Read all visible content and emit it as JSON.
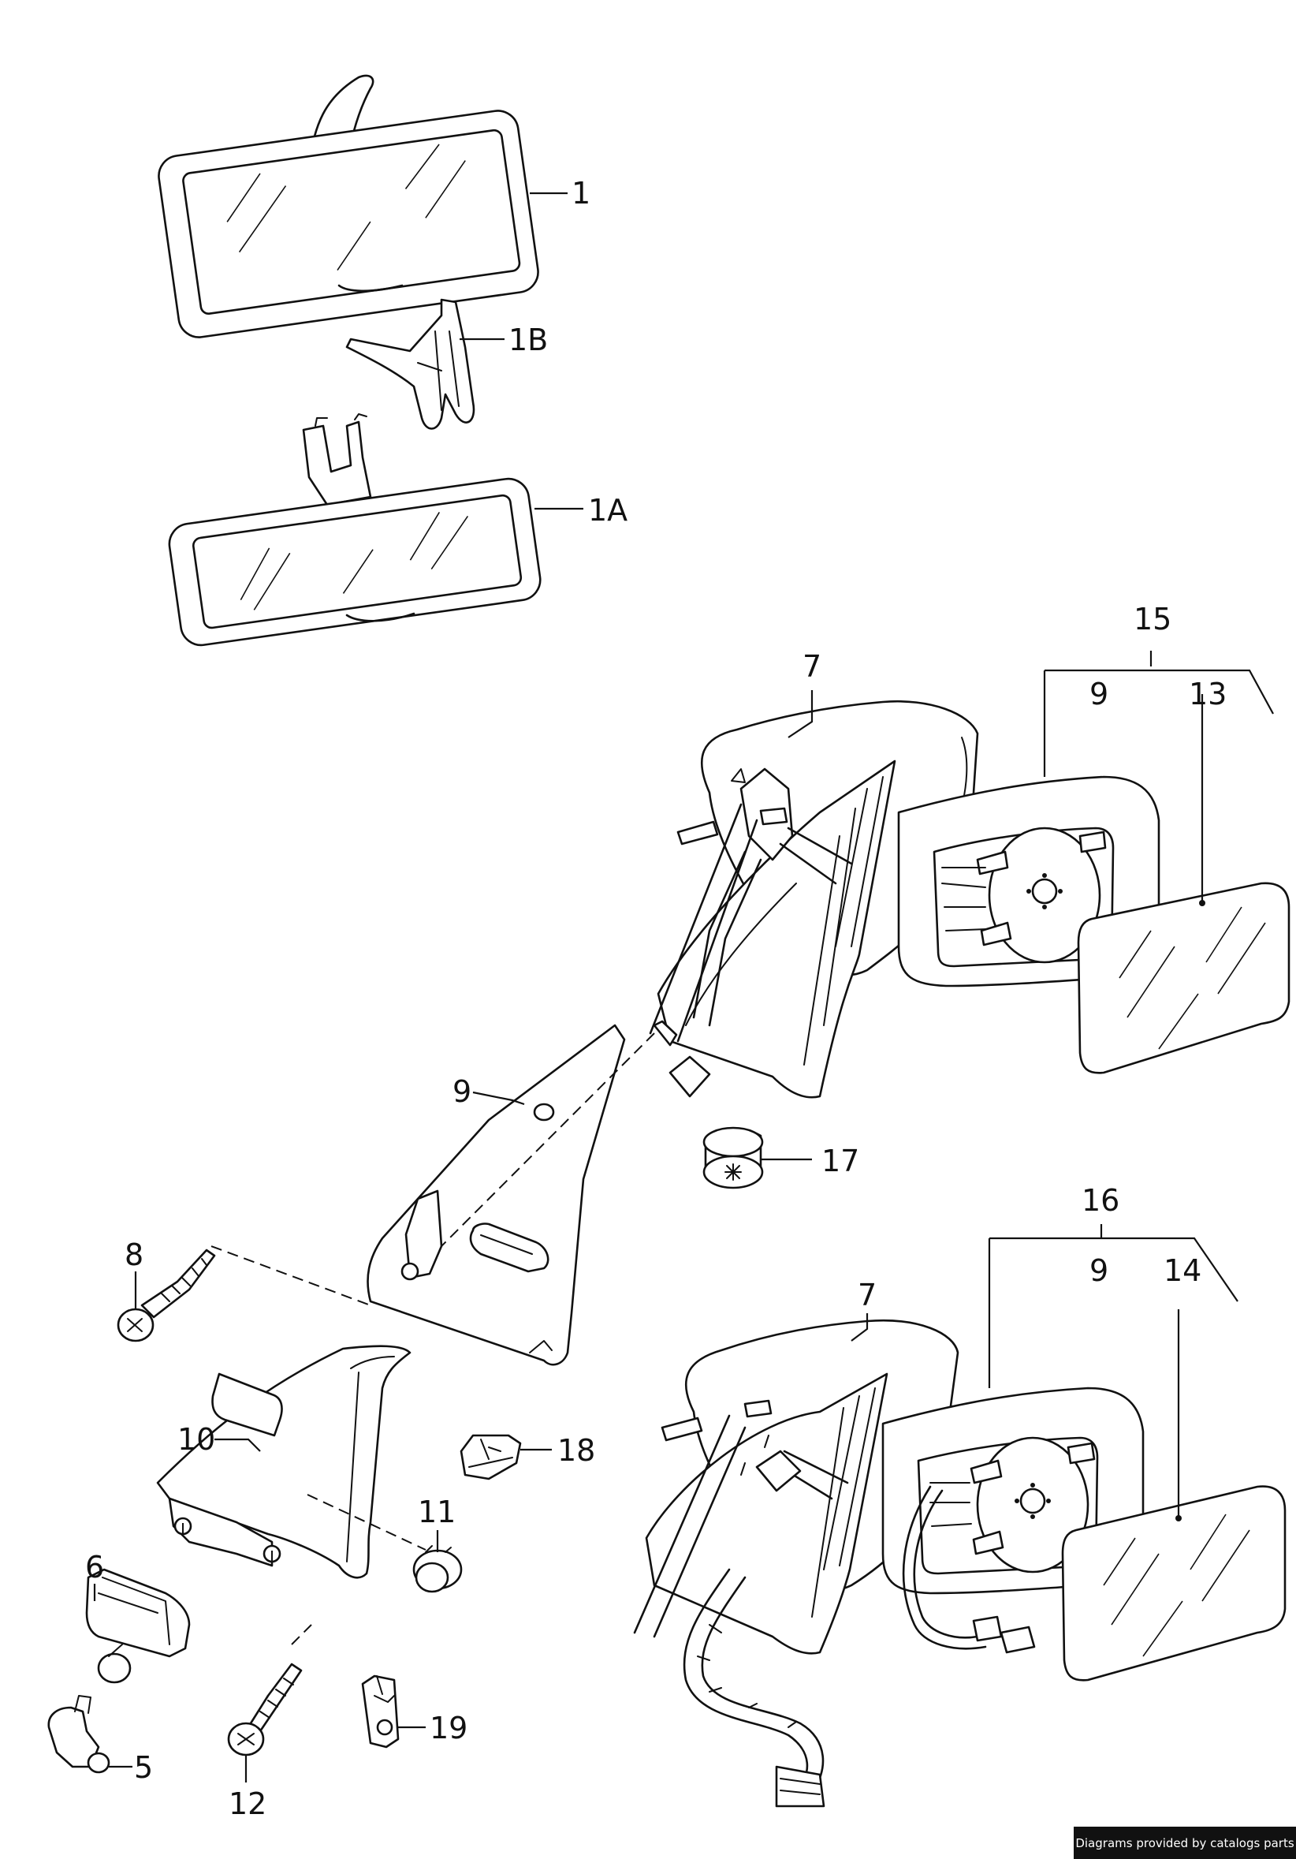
{
  "callouts": {
    "p1": "1",
    "p1b": "1B",
    "p1a": "1A",
    "p15": "15",
    "p9_upper_bracket": "9",
    "p13": "13",
    "p7_upper": "7",
    "p9_glass_plate": "9",
    "p17": "17",
    "p8": "8",
    "p16": "16",
    "p9_lower_bracket": "9",
    "p14": "14",
    "p7_lower": "7",
    "p10": "10",
    "p18": "18",
    "p11": "11",
    "p6": "6",
    "p5": "5",
    "p19": "19",
    "p12": "12"
  },
  "footer": {
    "credit": "Diagrams provided by catalogs parts"
  }
}
